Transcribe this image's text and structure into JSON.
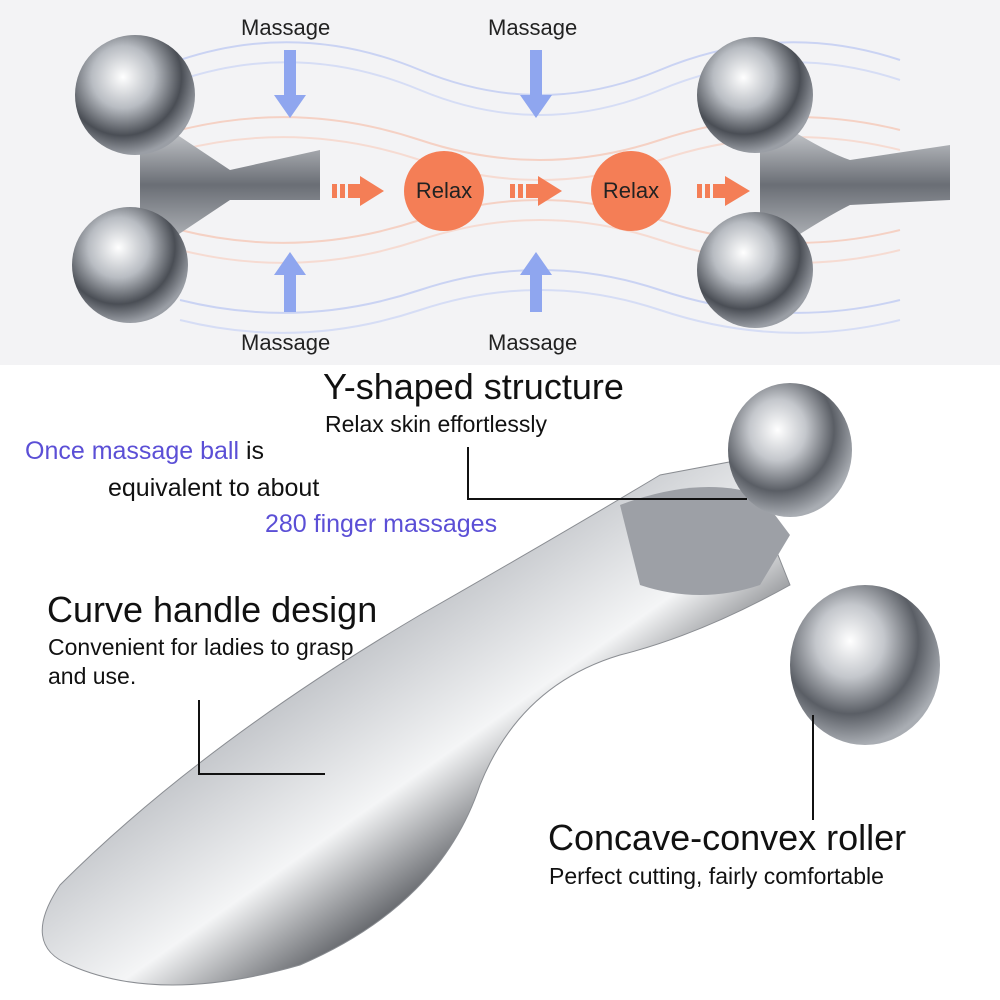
{
  "top_panel": {
    "massage_labels": [
      "Massage",
      "Massage",
      "Massage",
      "Massage"
    ],
    "relax_labels": [
      "Relax",
      "Relax"
    ],
    "colors": {
      "relax_circle": "#f47e56",
      "massage_arrow": "#8fa6ef",
      "flow_arrow": "#f47e56"
    }
  },
  "callouts": {
    "y_shape": {
      "title": "Y-shaped structure",
      "subtitle": "Relax skin effortlessly"
    },
    "massage_note": {
      "part1_highlight": "Once massage ball",
      "part1_rest": " is",
      "part2": "equivalent to about",
      "part3_highlight": "280 finger massages"
    },
    "handle": {
      "title": "Curve handle design",
      "subtitle_line1": "Convenient for ladies to grasp",
      "subtitle_line2": "and use."
    },
    "roller": {
      "title": "Concave-convex roller",
      "subtitle": "Perfect cutting, fairly comfortable"
    }
  },
  "colors": {
    "highlight_text": "#5b4fd6"
  }
}
